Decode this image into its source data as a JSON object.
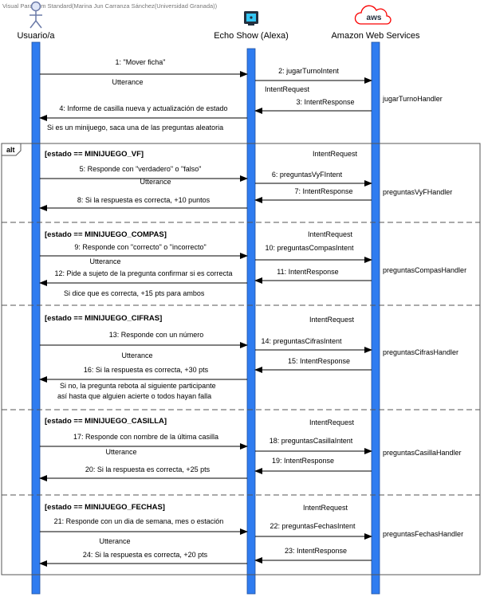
{
  "watermark": "Visual Paradigm Standard(Marina Jun Carranza Sánchez(Universidad Granada))",
  "colors": {
    "lifeline": "#2f7cf0",
    "lifeline_border": "#1f4f9e",
    "arrow": "#000000",
    "frame": "#555555",
    "echo_icon_bg": "#232f3e",
    "echo_icon_fg": "#34c6f4",
    "aws_cloud": "#f90000",
    "actor": "#6b7aa8"
  },
  "participants": [
    {
      "id": "user",
      "label": "Usuario/a",
      "icon": "actor-icon"
    },
    {
      "id": "echo",
      "label": "Echo Show (Alexa)",
      "icon": "echo-device-icon"
    },
    {
      "id": "aws",
      "label": "Amazon Web Services",
      "icon": "aws-cloud-icon",
      "icon_text": "aws"
    }
  ],
  "messages": [
    {
      "label": "1: \"Mover ficha\"",
      "from": "user",
      "to": "echo",
      "sub": "Utterance"
    },
    {
      "label": "2: jugarTurnoIntent",
      "from": "echo",
      "to": "aws",
      "sub": "IntentRequest"
    },
    {
      "label": "3: IntentResponse",
      "from": "aws",
      "to": "echo",
      "sub": ""
    },
    {
      "label": "4: Informe de casilla nueva y actualización de estado",
      "from": "echo",
      "to": "user",
      "sub": "Si es un minijuego, saca una de las preguntas aleatoria"
    }
  ],
  "handlers": [
    "jugarTurnoHandler"
  ],
  "alt": {
    "label": "alt",
    "fragments": [
      {
        "guard": "[estado == MINIJUEGO_VF]",
        "request_label": "IntentRequest",
        "handler": "preguntasVyFHandler",
        "messages": [
          {
            "label": "5: Responde con \"verdadero\" o \"falso\"",
            "sub": "Utterance"
          },
          {
            "label": "6: preguntasVyFIntent",
            "sub": ""
          },
          {
            "label": "7: IntentResponse",
            "sub": ""
          },
          {
            "label": "8: Si la respuesta es correcta, +10 puntos",
            "sub": ""
          }
        ]
      },
      {
        "guard": "[estado == MINIJUEGO_COMPAS]",
        "request_label": "IntentRequest",
        "handler": "preguntasCompasHandler",
        "messages": [
          {
            "label": "9: Responde con \"correcto\" o \"incorrecto\"",
            "sub": "Utterance"
          },
          {
            "label": "10: preguntasCompasIntent",
            "sub": ""
          },
          {
            "label": "11: IntentResponse",
            "sub": ""
          },
          {
            "label": "12: Pide a sujeto de la pregunta confirmar si es correcta",
            "sub": "Si dice que es correcta, +15 pts para ambos"
          }
        ]
      },
      {
        "guard": "[estado == MINIJUEGO_CIFRAS]",
        "request_label": "IntentRequest",
        "handler": "preguntasCifrasHandler",
        "messages": [
          {
            "label": "13: Responde con un número",
            "sub": "Utterance"
          },
          {
            "label": "14: preguntasCifrasIntent",
            "sub": ""
          },
          {
            "label": "15: IntentResponse",
            "sub": ""
          },
          {
            "label": "16: Si la respuesta es correcta, +30 pts",
            "sub": "Si no, la pregunta rebota al siguiente participante",
            "sub2": "así hasta que alguien acierte o  todos hayan falla"
          }
        ]
      },
      {
        "guard": "[estado == MINIJUEGO_CASILLA]",
        "request_label": "IntentRequest",
        "handler": "preguntasCasillaHandler",
        "messages": [
          {
            "label": "17: Responde con nombre de la última casilla",
            "sub": "Utterance"
          },
          {
            "label": "18: preguntasCasillaIntent",
            "sub": ""
          },
          {
            "label": "19: IntentResponse",
            "sub": ""
          },
          {
            "label": "20: Si la respuesta es correcta, +25 pts",
            "sub": ""
          }
        ]
      },
      {
        "guard": "[estado == MINIJUEGO_FECHAS]",
        "request_label": "IntentRequest",
        "handler": "preguntasFechasHandler",
        "messages": [
          {
            "label": "21: Responde con un dia de semana, mes o estación",
            "sub": "Utterance"
          },
          {
            "label": "22: preguntasFechasIntent",
            "sub": ""
          },
          {
            "label": "23: IntentResponse",
            "sub": ""
          },
          {
            "label": "24: Si la respuesta es correcta, +20 pts",
            "sub": ""
          }
        ]
      }
    ]
  }
}
